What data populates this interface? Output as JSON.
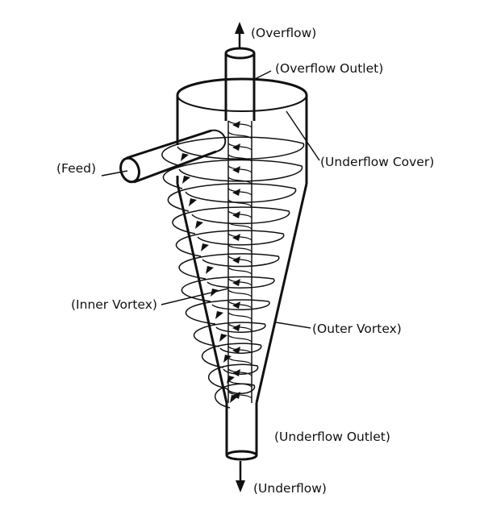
{
  "diagram": {
    "colors": {
      "ink": "#111111",
      "background": "#ffffff"
    },
    "labels": {
      "overflow": "(Overflow)",
      "overflow_outlet": "(Overflow Outlet)",
      "underflow_cover": "(Underflow Cover)",
      "feed": "(Feed)",
      "inner_vortex": "(Inner Vortex)",
      "outer_vortex": "(Outer Vortex)",
      "underflow_outlet": "(Underflow Outlet)",
      "underflow": "(Underflow)"
    }
  }
}
